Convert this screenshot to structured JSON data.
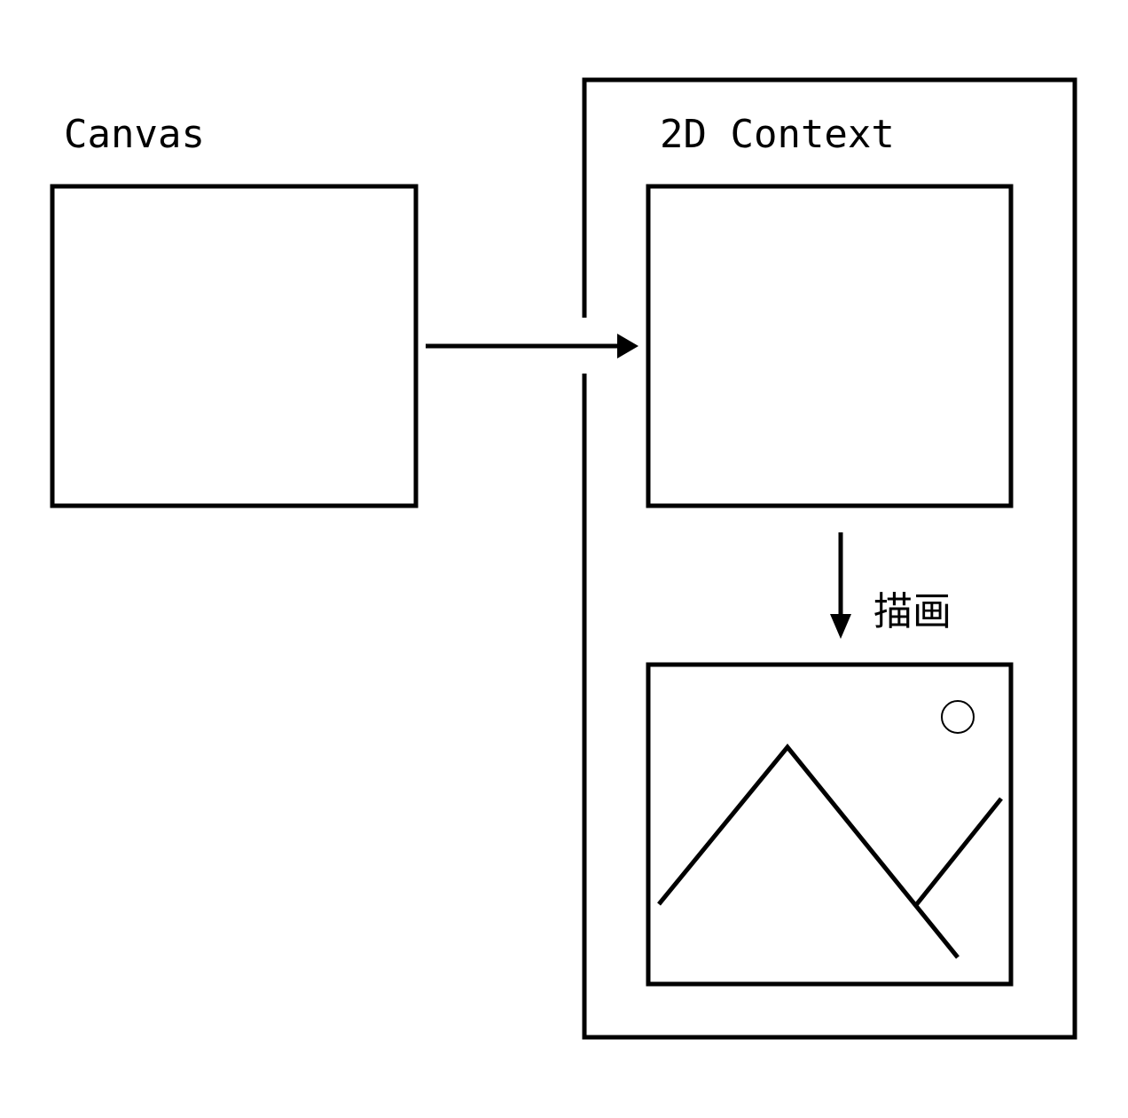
{
  "labels": {
    "canvas": "Canvas",
    "context": "2D Context",
    "draw": "描画"
  },
  "colors": {
    "stroke": "#000000",
    "background": "#ffffff"
  },
  "icons": {
    "picture": "image-icon"
  }
}
